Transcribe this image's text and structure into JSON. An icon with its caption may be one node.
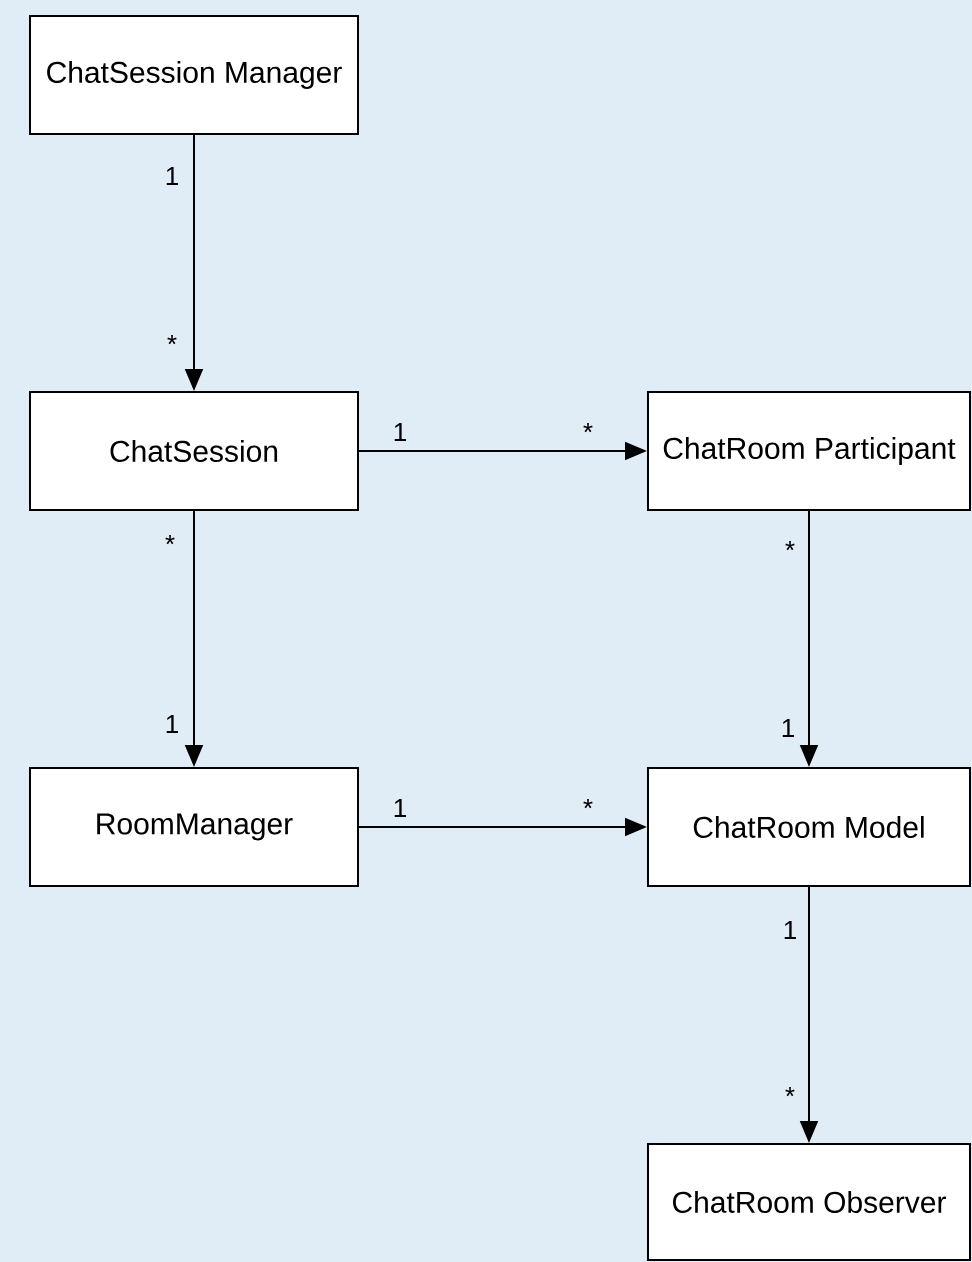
{
  "diagram": {
    "nodes": [
      {
        "text": [
          "ChatSession Manager"
        ]
      },
      {
        "text": [
          "ChatSession"
        ]
      },
      {
        "text": [
          "ChatRoom Participant"
        ]
      },
      {
        "text": [
          "RoomManager"
        ]
      },
      {
        "text": [
          "ChatRoom Model"
        ]
      },
      {
        "text": [
          "ChatRoom Observer"
        ]
      }
    ],
    "edges": [
      {
        "from": 0,
        "to": 1,
        "arrow": "to"
      },
      {
        "from": 1,
        "to": 2,
        "arrow": "to"
      },
      {
        "from": 1,
        "to": 3,
        "arrow": "to"
      },
      {
        "from": 2,
        "to": 4,
        "arrow": "to"
      },
      {
        "from": 3,
        "to": 4,
        "arrow": "to"
      },
      {
        "from": 4,
        "to": 5,
        "arrow": "to"
      }
    ],
    "labels": [
      "1",
      "*",
      "1",
      "*",
      "*",
      "*",
      "1",
      "1",
      "1",
      "*",
      "1",
      "*"
    ]
  }
}
